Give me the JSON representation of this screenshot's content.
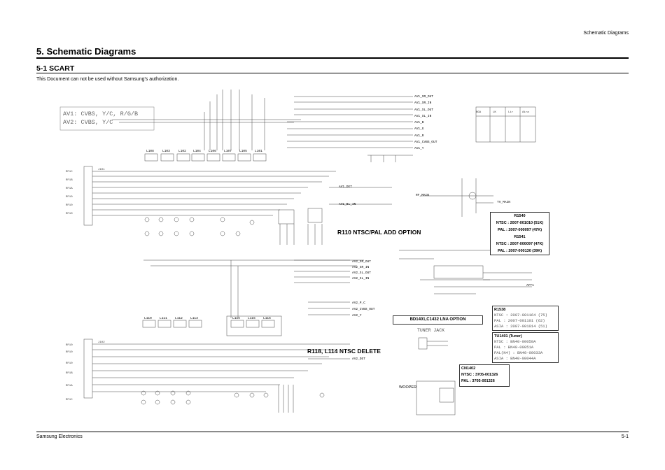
{
  "header": {
    "section": "Schematic Diagrams"
  },
  "title": "5. Schematic Diagrams",
  "subtitle": "5-1 SCART",
  "notice": "This Document can not be used without Samsung's authorization.",
  "av_note": {
    "line1": "AV1: CVBS, Y/C, R/G/B",
    "line2": "AV2: CVBS, Y/C"
  },
  "option_r110": "R110 NTSC/PAL ADD OPTION",
  "option_r118": "R118, L114 NTSC DELETE",
  "bd1401_note": "BD1401,C1432 LNA OPTION",
  "tuner_jack": "TUNER JACK",
  "wooper": "WOOPER",
  "r1540": {
    "title": "R1540",
    "ntsc": "NTSC : 2007-001010 (51K)",
    "pal": "PAL  : 2007-000097 (47K)"
  },
  "r1541": {
    "title": "R1541",
    "ntsc": "NTSC : 2007-000097 (47K)",
    "pal": "PAL  : 2007-000130 (39K)"
  },
  "r1538": {
    "title": "R1538",
    "ntsc": "NTSC : 2007-001164 (75)",
    "pal": "PAL  : 2007-001101 (62)",
    "asia": "ASIA : 2007-001014 (51)"
  },
  "tu1401": {
    "title": "TU1401 (Tuner)",
    "ntsc": "NTSC : BN40-00050A",
    "pal": "PAL  : BN40-00051A",
    "paln": "PAL(N4) : BN40-00033A",
    "asia": "ASIA : BN40-00044A"
  },
  "cn1402": {
    "title": "CN1402",
    "ntsc": "NTSC : 3705-001326",
    "pal": "PAL : 3705-001326"
  },
  "nets": [
    "AV1_SR_OUT",
    "AV1_SR_IN",
    "AV1_SL_OUT",
    "AV1_SL_IN",
    "AV1_B",
    "AV1_G",
    "AV1_R",
    "AV1_CVBS_OUT",
    "AV1_Y",
    "AV1_DET",
    "AV1_BL_IN",
    "AV2_SR_OUT",
    "AV2_SR_IN",
    "AV2_SL_OUT",
    "AV2_SL_IN",
    "AV2_P_C",
    "AV2_CVBS_OUT",
    "AV2_Y",
    "AV2_DET",
    "TV_MAIN",
    "RF_MAIN",
    "AFT1"
  ],
  "inductors_top": [
    "L108",
    "L103",
    "L102",
    "L104",
    "L106",
    "L107",
    "L105",
    "L101"
  ],
  "inductors_bottom": [
    "L110",
    "L111",
    "L112",
    "L113",
    "L114",
    "L115",
    "L116"
  ],
  "connectors": [
    "J101",
    "J102"
  ],
  "footer": {
    "left": "Samsung Electronics",
    "right": "5-1"
  }
}
